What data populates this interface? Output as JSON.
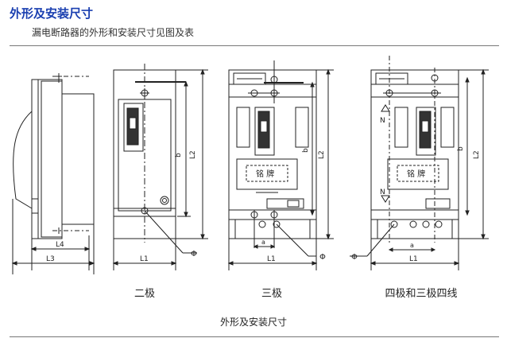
{
  "header": {
    "title": "外形及安装尺寸",
    "subtitle": "漏电断路器的外形和安装尺寸见图及表"
  },
  "dims": {
    "L1": "L1",
    "L2": "L2",
    "L3": "L3",
    "L4": "L4",
    "a": "a",
    "b": "b",
    "phi": "Φ",
    "N": "N"
  },
  "nameplate": "铭 牌",
  "captions": {
    "two_pole": "二极",
    "three_pole": "三极",
    "four_pole": "四极和三极四线",
    "figure": "外形及安装尺寸"
  }
}
